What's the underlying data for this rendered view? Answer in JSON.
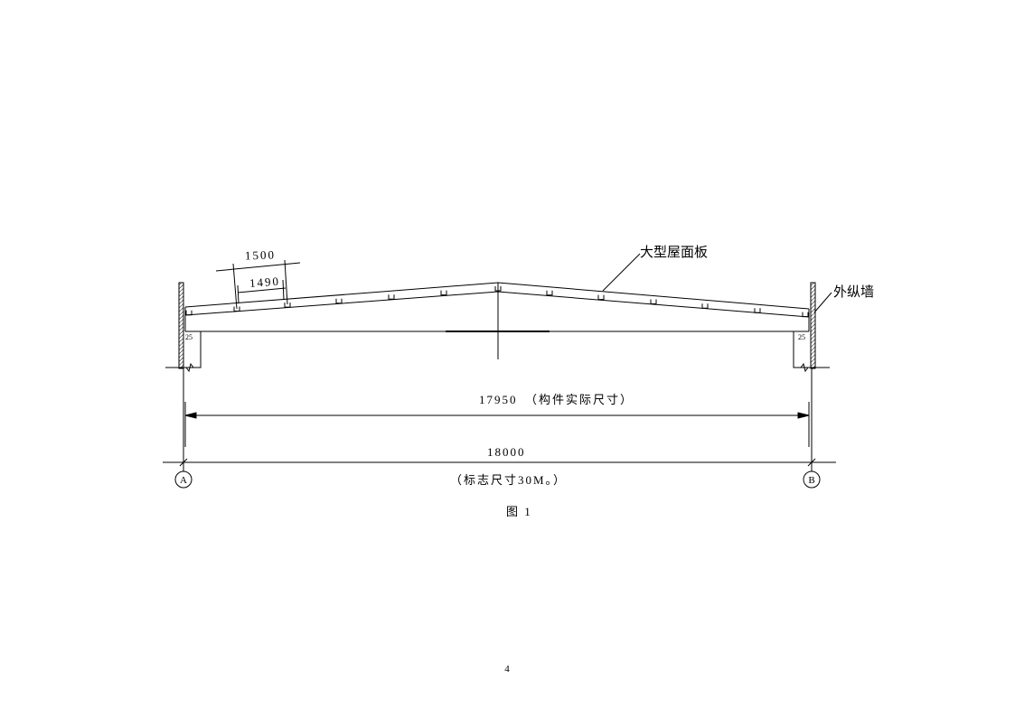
{
  "drawing": {
    "dim_panel_nominal": "1500",
    "dim_panel_actual": "1490",
    "label_roof_panel": "大型屋面板",
    "label_outer_wall": "外纵墙",
    "gap_left": "25",
    "gap_right": "25",
    "dim_actual": "17950　（构件实际尺寸）",
    "dim_nominal": "18000",
    "dim_nominal_note": "（标志尺寸30M。）",
    "axis_left": "A",
    "axis_right": "B",
    "figure_caption": "图 1"
  },
  "page_number": "4"
}
